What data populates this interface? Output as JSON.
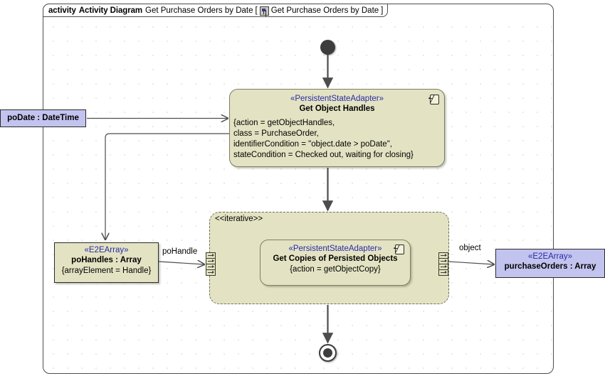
{
  "frame": {
    "keyword": "activity",
    "type_label": "Activity Diagram",
    "name": "Get Purchase Orders by Date",
    "bracket_open": "[",
    "bracket_close": "]",
    "diagram_ref": "Get Purchase Orders by Date",
    "icon": "activity-diagram-icon"
  },
  "nodes": {
    "initial": {
      "name": "initial-node"
    },
    "final": {
      "name": "activity-final-node"
    },
    "get_object_handles": {
      "stereotype": "«PersistentStateAdapter»",
      "title": "Get Object Handles",
      "icon": "persistent-state-adapter-icon",
      "body": [
        "{action = getObjectHandles,",
        "class = PurchaseOrder,",
        "identifierCondition = \"object.date > poDate\",",
        "stateCondition = Checked out, waiting for closing}"
      ]
    },
    "get_copies": {
      "stereotype": "«PersistentStateAdapter»",
      "title": "Get Copies of Persisted Objects",
      "icon": "persistent-state-adapter-icon",
      "body": "{action = getObjectCopy}"
    },
    "podate": {
      "label": "poDate : DateTime",
      "fill": "#c3c3ef"
    },
    "pohandles": {
      "stereotype": "«E2EArray»",
      "label": "poHandles : Array",
      "constraint": "{arrayElement = Handle}",
      "fill": "#e3e3c3"
    },
    "purchaseorders": {
      "stereotype": "«E2EArray»",
      "label": "purchaseOrders : Array",
      "fill": "#c3c3ef"
    }
  },
  "region": {
    "stereotype": "<<iterative>>",
    "fill": "#e3e3c3"
  },
  "edges": {
    "pohandle_label": "poHandle",
    "object_label": "object"
  },
  "colors": {
    "activity_fill": "#e3e3c3",
    "object_fill": "#c3c3ef",
    "stereotype_text": "#2a2aa8",
    "line": "#4d4d4d",
    "canvas": "#ffffff"
  }
}
